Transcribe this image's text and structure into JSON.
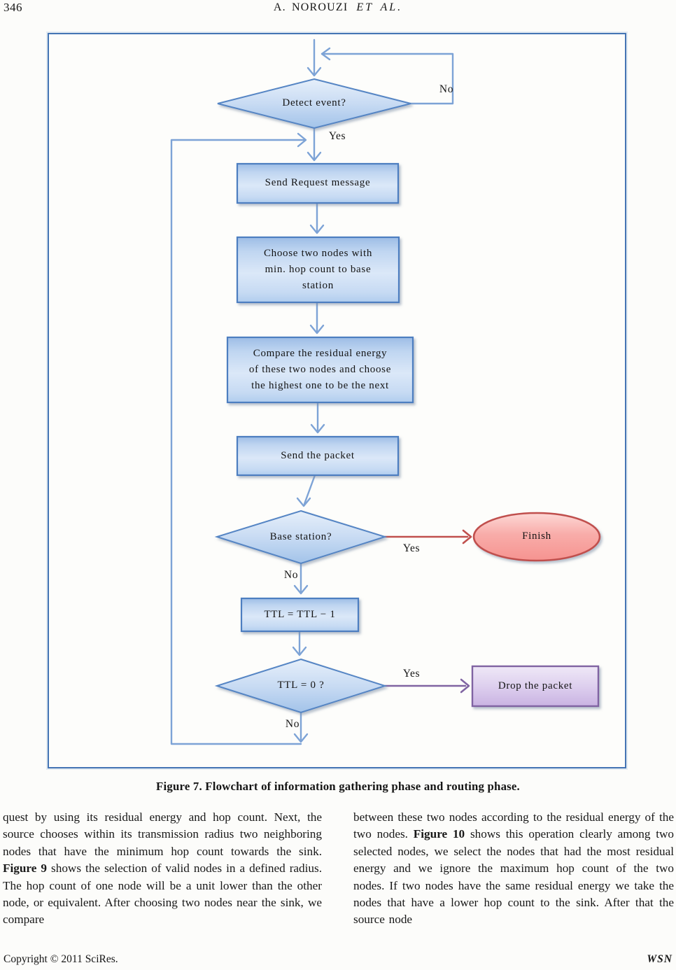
{
  "page": {
    "number": "346",
    "header_author": "A. NOROUZI",
    "header_etal": "ET AL.",
    "footer_copyright": "Copyright © 2011 SciRes.",
    "footer_journal": "WSN"
  },
  "figure": {
    "caption": "Figure 7. Flowchart of information gathering phase and routing phase."
  },
  "flowchart": {
    "nodes": {
      "detect_event": "Detect event?",
      "send_request": "Send Request message",
      "choose_nodes": "Choose two nodes with\nmin. hop count to base\nstation",
      "compare_energy": "Compare the residual energy\nof these two nodes and choose\nthe highest one to be the next",
      "send_packet": "Send the packet",
      "base_station": "Base station?",
      "finish": "Finish",
      "ttl_decrement": "TTL = TTL − 1",
      "ttl_zero": "TTL = 0 ?",
      "drop_packet": "Drop the packet"
    },
    "labels": {
      "detect_no": "No",
      "detect_yes": "Yes",
      "base_yes": "Yes",
      "base_no": "No",
      "ttl_yes": "Yes",
      "ttl_no": "No"
    },
    "edges": [
      {
        "from": "start",
        "to": "detect_event",
        "label": ""
      },
      {
        "from": "detect_event",
        "to": "detect_event",
        "label": "No"
      },
      {
        "from": "detect_event",
        "to": "send_request",
        "label": "Yes"
      },
      {
        "from": "send_request",
        "to": "choose_nodes",
        "label": ""
      },
      {
        "from": "choose_nodes",
        "to": "compare_energy",
        "label": ""
      },
      {
        "from": "compare_energy",
        "to": "send_packet",
        "label": ""
      },
      {
        "from": "send_packet",
        "to": "base_station",
        "label": ""
      },
      {
        "from": "base_station",
        "to": "finish",
        "label": "Yes"
      },
      {
        "from": "base_station",
        "to": "ttl_decrement",
        "label": "No"
      },
      {
        "from": "ttl_decrement",
        "to": "ttl_zero",
        "label": ""
      },
      {
        "from": "ttl_zero",
        "to": "drop_packet",
        "label": "Yes"
      },
      {
        "from": "ttl_zero",
        "to": "send_request",
        "label": "No"
      }
    ],
    "colors": {
      "process_fill": "#cde0f5",
      "process_border": "#4d7ec0",
      "decision_fill": "#c8dbf3",
      "terminator_fill": "#f8aca9",
      "terminator_border": "#c0504d",
      "drop_fill": "#ddcfee",
      "drop_border": "#8064a2",
      "connector_blue": "#7da3d6",
      "connector_red": "#c0504d",
      "connector_purple": "#8064a2",
      "frame_border": "#4575b4"
    }
  },
  "body": {
    "left": {
      "pre": "quest by using its residual energy and hop count. Next, the source chooses within its transmission radius two neighboring nodes that have the minimum hop count towards the sink. ",
      "figref": "Figure 9",
      "post": " shows the selection of valid nodes in a defined radius. The hop count of one node will be a unit lower than the other node, or equivalent. After choosing two nodes near the sink, we compare"
    },
    "right": {
      "pre": "between these two nodes according to the residual energy of the two nodes. ",
      "figref": "Figure 10",
      "post": " shows this operation clearly among two selected nodes, we select the nodes that had the most residual energy and we ignore the maximum hop count of the two nodes. If two nodes have the same residual energy we take the nodes that have a lower hop count to the sink. After that the source node"
    }
  }
}
